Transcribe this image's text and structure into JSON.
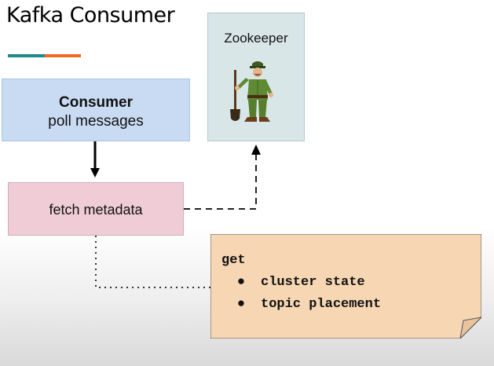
{
  "slide": {
    "title": "Kafka Consumer"
  },
  "diagram": {
    "consumer_box": {
      "title": "Consumer",
      "subtitle": "poll messages"
    },
    "fetch_box": {
      "label": "fetch metadata"
    },
    "zookeeper_box": {
      "label": "Zookeeper",
      "icon": "zookeeper-keeper-icon"
    },
    "note": {
      "heading": "get",
      "bullet_symbol": "●",
      "items": [
        "cluster state",
        "topic placement"
      ]
    },
    "colors": {
      "accent_teal": "#1f8a8a",
      "accent_orange": "#f26a21",
      "consumer_fill": "#c9dbf3",
      "fetch_fill": "#f0cdd6",
      "zookeeper_fill": "#d8e6e8",
      "note_fill": "#f6d6b3"
    }
  }
}
